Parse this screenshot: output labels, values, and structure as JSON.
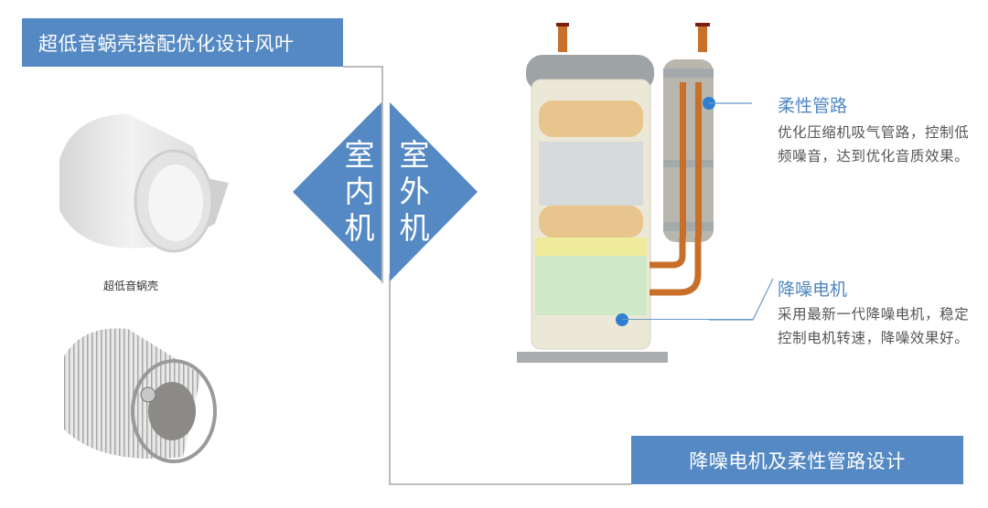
{
  "top_banner": {
    "title": "超低音蜗壳搭配优化设计风叶"
  },
  "bottom_banner": {
    "title": "降噪电机及柔性管路设计"
  },
  "indoor": {
    "label_chars": [
      "室",
      "内",
      "机"
    ],
    "caption": "超低音蜗壳"
  },
  "outdoor": {
    "label_chars": [
      "室",
      "外",
      "机"
    ]
  },
  "callouts": [
    {
      "title": "柔性管路",
      "body": "优化压缩机吸气管路，控制低频噪音，达到优化音质效果。"
    },
    {
      "title": "降噪电机",
      "body": "采用最新一代降噪电机，稳定控制电机转速，降噪效果好。"
    }
  ],
  "colors": {
    "accent": "#5589c4",
    "callout_title": "#4f87c0",
    "frame": "#bdbdbd",
    "marker": "#2f7fd1"
  }
}
